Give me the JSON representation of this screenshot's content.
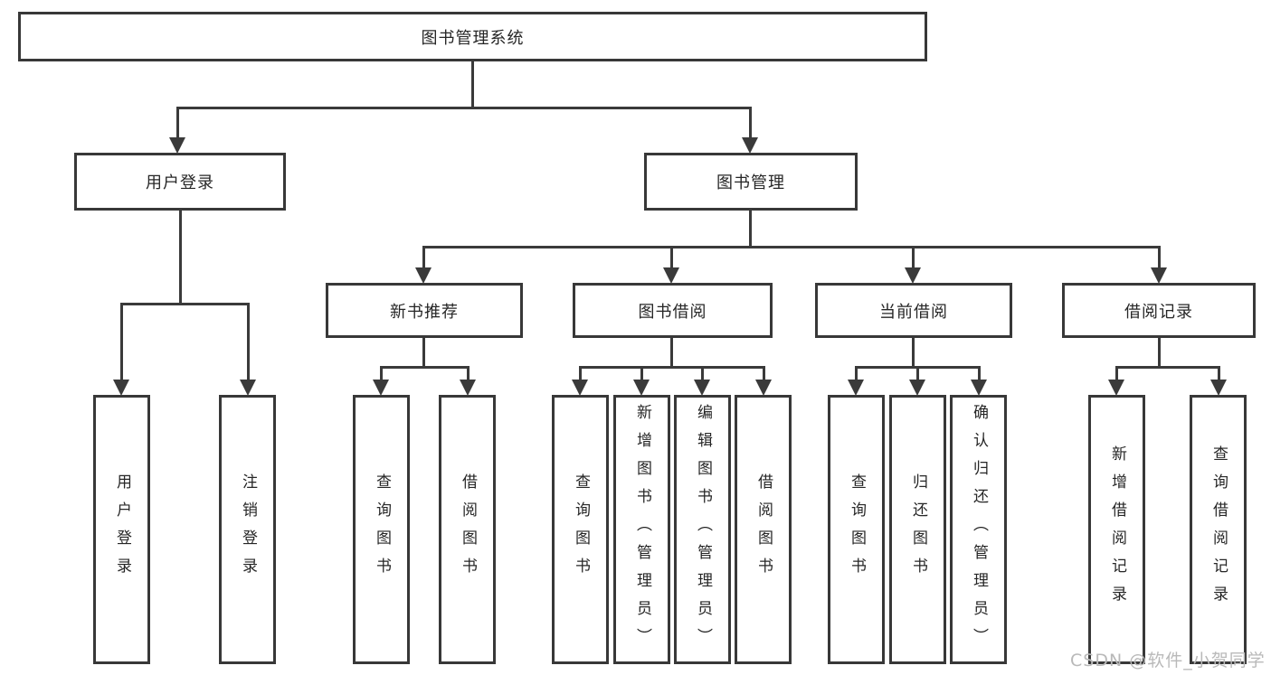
{
  "title": "图书管理系统",
  "branches": {
    "user_login": {
      "label": "用户登录",
      "children": [
        "用户登录",
        "注销登录"
      ]
    },
    "book_management": {
      "label": "图书管理",
      "sections": [
        {
          "label": "新书推荐",
          "children": [
            "查询图书",
            "借阅图书"
          ]
        },
        {
          "label": "图书借阅",
          "children": [
            "查询图书",
            "新增图书（管理员）",
            "编辑图书（管理员）",
            "借阅图书"
          ]
        },
        {
          "label": "当前借阅",
          "children": [
            "查询图书",
            "归还图书",
            "确认归还（管理员）"
          ]
        },
        {
          "label": "借阅记录",
          "children": [
            "新增借阅记录",
            "查询借阅记录"
          ]
        }
      ]
    }
  },
  "watermark": "CSDN @软件_小贺同学",
  "colors": {
    "line": "#3a3a3a",
    "text": "#262626",
    "watermark": "#b9b9b9",
    "background": "#ffffff"
  }
}
